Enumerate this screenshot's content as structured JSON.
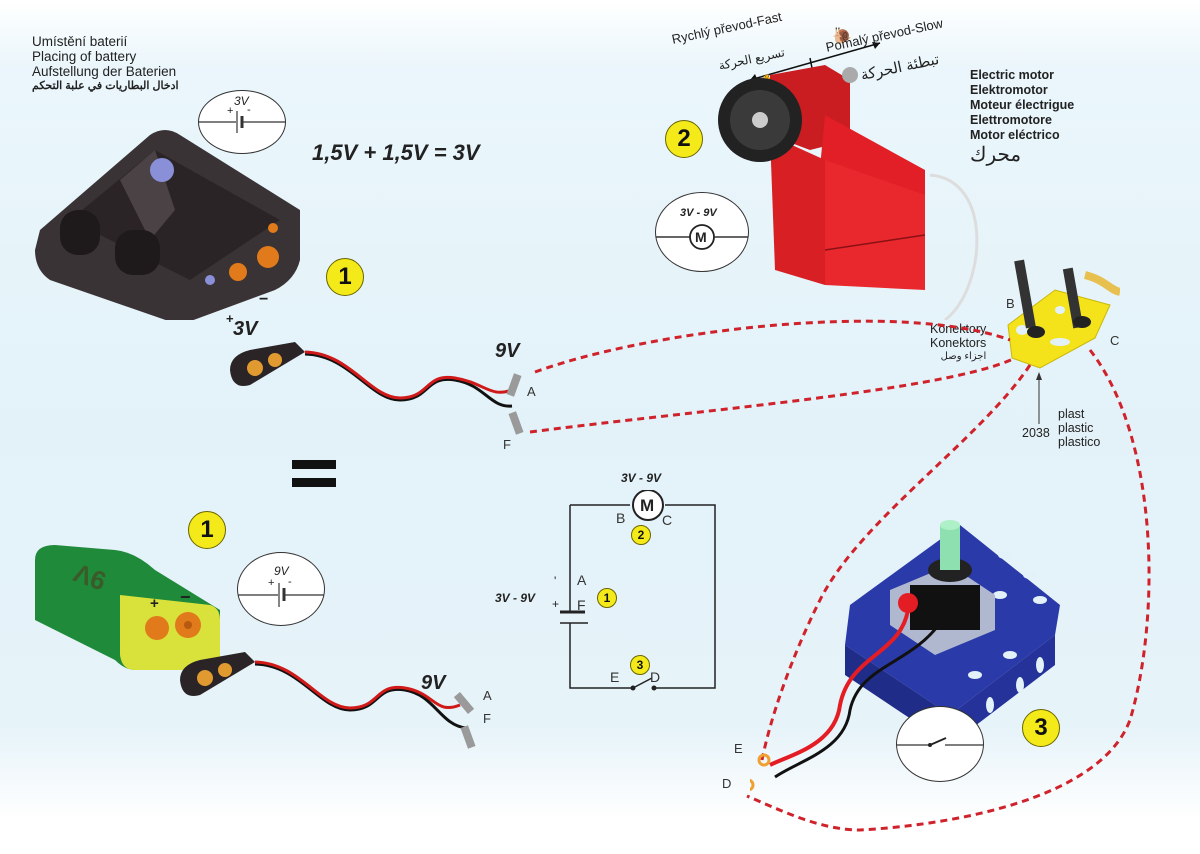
{
  "battery_section": {
    "title_lines": [
      "Umístění baterií",
      "Placing of battery",
      "Aufstellung der Baterien"
    ],
    "title_arabic": "ادخال البطاريات في علبة التحكم",
    "equation": "1,5V + 1,5V = 3V",
    "holder_symbol": {
      "voltage": "3V",
      "plus": "+",
      "minus": "-"
    },
    "holder_terminals": {
      "plus": "+",
      "minus": "−",
      "voltage": "3V"
    },
    "holder_badge": "1",
    "snap_cable_top": {
      "voltage": "9V",
      "lead_a": "A",
      "lead_f": "F"
    },
    "equals_sign": "=",
    "battery_9v": {
      "label": "9V",
      "plus": "+",
      "minus": "−",
      "badge": "1"
    },
    "symbol_9v": {
      "voltage": "9V",
      "plus": "+",
      "minus": "-"
    },
    "snap_cable_bottom": {
      "voltage": "9V",
      "lead_a": "A",
      "lead_f": "F"
    }
  },
  "speed": {
    "fast_label": "Rychlý převod-Fast",
    "fast_arabic": "تسريع الحركة",
    "slow_label": "Pomalý převod-Slow",
    "slow_arabic": "تبطئة الحركة"
  },
  "motor": {
    "badge": "2",
    "symbol_voltage": "3V - 9V",
    "symbol_letter": "M",
    "names": [
      "Electric motor",
      "Elektromotor",
      "Moteur électrigue",
      "Elettromotore",
      "Motor eléctrico"
    ],
    "name_arabic": "محرك"
  },
  "connector": {
    "labels": [
      "Konektory",
      "Konektors"
    ],
    "label_arabic": "اجزاء وصل",
    "pin_b": "B",
    "pin_c": "C",
    "part_number": "2038",
    "material": [
      "plast",
      "plastic",
      "plastico"
    ]
  },
  "schematic": {
    "motor_voltage": "3V - 9V",
    "motor_letter": "M",
    "pin_b": "B",
    "pin_c": "C",
    "badge_motor": "2",
    "battery_voltage": "3V - 9V",
    "battery_minus": "'",
    "battery_plus": "+",
    "pin_a": "A",
    "pin_f": "F",
    "badge_battery": "1",
    "badge_switch": "3",
    "pin_e": "E",
    "pin_d": "D"
  },
  "switch": {
    "badge": "3",
    "pin_e": "E",
    "pin_d": "D"
  },
  "colors": {
    "badge_yellow": "#f4ea1a",
    "dashed_wire": "#d0222b",
    "motor_red": "#e21f26",
    "switch_blue": "#2a3aa8",
    "battery_green": "#1f8a3a",
    "battery_yellow": "#d8e23a"
  }
}
